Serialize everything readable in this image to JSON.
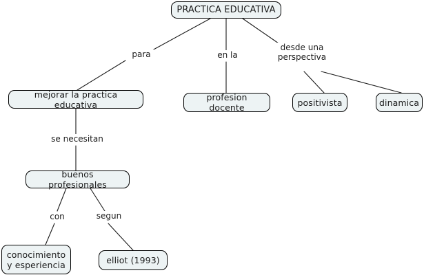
{
  "diagram": {
    "title": "PRACTICA EDUCATIVA",
    "colors": {
      "node_fill": "#edf3f4",
      "node_border": "#000000",
      "edge_stroke": "#1a1a1a",
      "text": "#1b1b1b",
      "background": "#ffffff"
    },
    "nodes": [
      {
        "id": "root",
        "label": "PRACTICA EDUCATIVA"
      },
      {
        "id": "mejorar",
        "label": "mejorar la practica educativa"
      },
      {
        "id": "profesion",
        "label": "profesion docente"
      },
      {
        "id": "positivista",
        "label": "positivista"
      },
      {
        "id": "dinamica",
        "label": "dinamica"
      },
      {
        "id": "buenos",
        "label": "buenos profesionales"
      },
      {
        "id": "conocimiento",
        "label": "conocimiento\ny esperiencia"
      },
      {
        "id": "elliot",
        "label": "elliot (1993)"
      }
    ],
    "edge_labels": [
      {
        "id": "para",
        "label": "para"
      },
      {
        "id": "en-la",
        "label": "en la"
      },
      {
        "id": "desde",
        "label": "desde una\nperspectiva"
      },
      {
        "id": "se-necesitan",
        "label": "se necesitan"
      },
      {
        "id": "con",
        "label": "con"
      },
      {
        "id": "segun",
        "label": "segun"
      }
    ]
  }
}
